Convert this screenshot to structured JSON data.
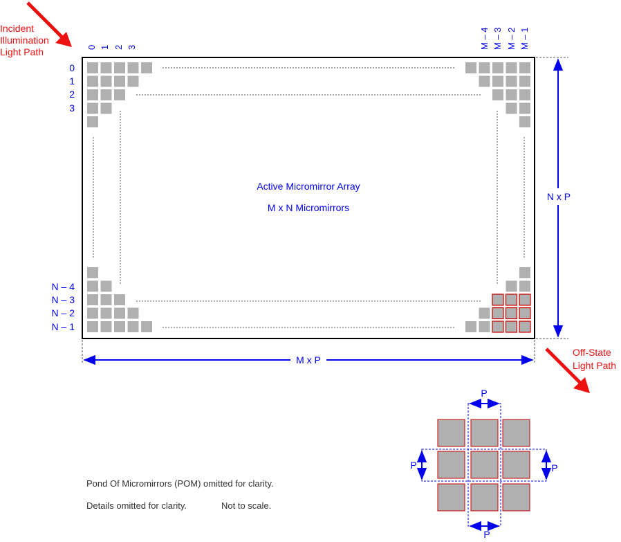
{
  "incident_label": [
    "Incident",
    "Illumination",
    "Light Path"
  ],
  "offstate_label": [
    "Off-State",
    "Light Path"
  ],
  "col_labels": [
    "0",
    "1",
    "2",
    "3"
  ],
  "col_labels_right": [
    "M – 4",
    "M – 3",
    "M – 2",
    "M – 1"
  ],
  "row_labels_top": [
    "0",
    "1",
    "2",
    "3"
  ],
  "row_labels_bottom": [
    "N – 4",
    "N – 3",
    "N – 2",
    "N – 1"
  ],
  "array_title": "Active Micromirror Array",
  "array_subtitle": "M x N  Micromirrors",
  "height_dim": "N x P",
  "width_dim": "M x P",
  "pitch": "P",
  "note_pom": "Pond Of Micromirrors (POM) omitted for clarity.",
  "note_details": "Details omitted for clarity.",
  "note_scale": "Not to scale.",
  "colors": {
    "label_blue": "#0000ee",
    "arrow_red": "#ee1111",
    "mirror_gray": "#b0b0b0",
    "mirror_border": "#cc0000",
    "frame": "#000000"
  }
}
